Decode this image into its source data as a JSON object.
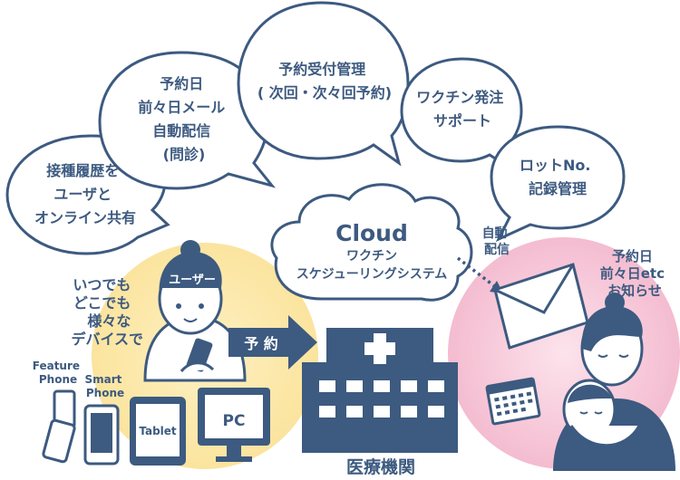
{
  "bubbles": {
    "b1": [
      "接種履歴を",
      "ユーザと",
      "オンライン共有"
    ],
    "b2": [
      "予約日",
      "前々日メール",
      "自動配信",
      "(問診)"
    ],
    "b3": [
      "予約受付管理",
      "( 次回・次々回予約)"
    ],
    "b4": [
      "ワクチン発注",
      "サポート"
    ],
    "b5": [
      "ロットNo.",
      "記録管理"
    ]
  },
  "cloud": {
    "title": "Cloud",
    "line1": "ワクチン",
    "line2": "スケジューリングシステム"
  },
  "auto_send": [
    "自動",
    "配信"
  ],
  "notify": [
    "予約日",
    "前々日etc",
    "お知らせ"
  ],
  "user": {
    "label": "ユーザー",
    "desc": [
      "いつでも",
      "どこでも",
      "様々な",
      "デバイスで"
    ]
  },
  "reserve_label": "予 約",
  "hospital_label": "医療機関",
  "devices": {
    "feature_phone": [
      "Feature",
      "Phone"
    ],
    "smart_phone": [
      "Smart",
      "Phone"
    ],
    "tablet": "Tablet",
    "pc": "PC"
  },
  "colors": {
    "navy": "#3d5a80",
    "user_bg": "#fbe9b0",
    "notify_bg": "#f6c7d8"
  }
}
